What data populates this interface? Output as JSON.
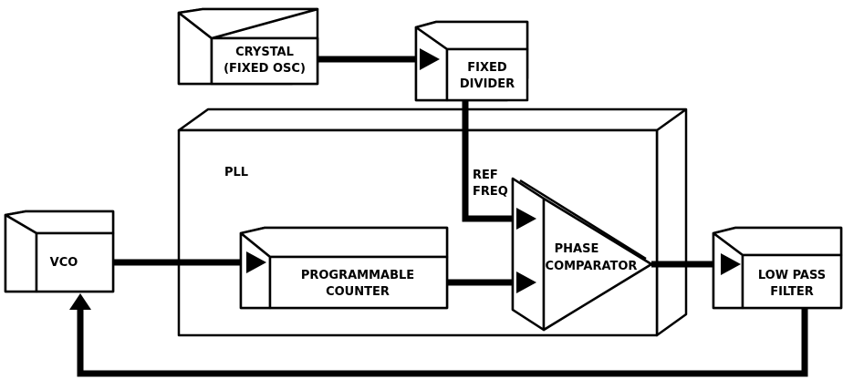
{
  "blocks": {
    "crystal": {
      "line1": "CRYSTAL",
      "line2": "(FIXED OSC)"
    },
    "fixed_divider": {
      "line1": "FIXED",
      "line2": "DIVIDER"
    },
    "pll": {
      "label": "PLL"
    },
    "ref_freq": {
      "line1": "REF",
      "line2": "FREQ"
    },
    "vco": {
      "label": "VCO"
    },
    "programmable_counter": {
      "line1": "PROGRAMMABLE",
      "line2": "COUNTER"
    },
    "phase_comparator": {
      "line1": "PHASE",
      "line2": "COMPARATOR"
    },
    "low_pass_filter": {
      "line1": "LOW PASS",
      "line2": "FILTER"
    }
  }
}
